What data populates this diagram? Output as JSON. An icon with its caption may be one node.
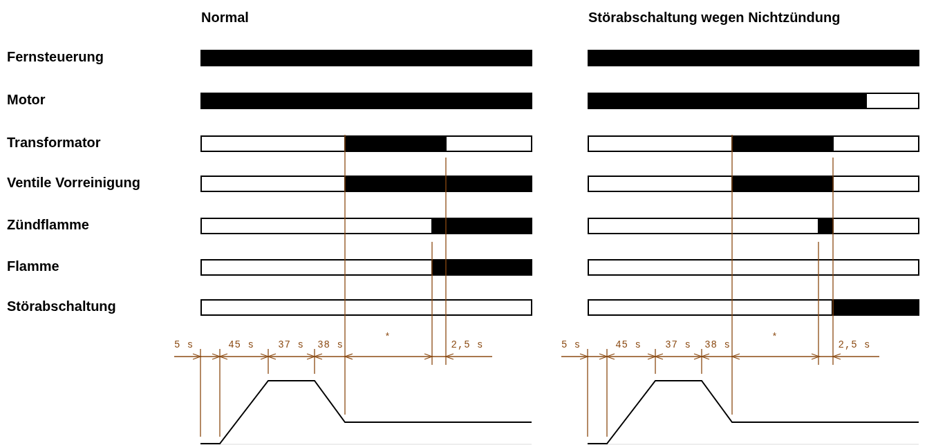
{
  "diagram": {
    "labels": [
      "Normal",
      "Störabschaltung wegen Nichtzündung",
      "Fernsteuerung",
      "Motor",
      "Transformator",
      "Ventile Vorreinigung",
      "Zündflamme",
      "Flamme",
      "Störabschaltung",
      "5 s",
      "45 s",
      "37 s",
      "38 s",
      "*",
      "2,5 s",
      "5 s",
      "45 s",
      "37 s",
      "38 s",
      "*",
      "2,5 s"
    ]
  }
}
